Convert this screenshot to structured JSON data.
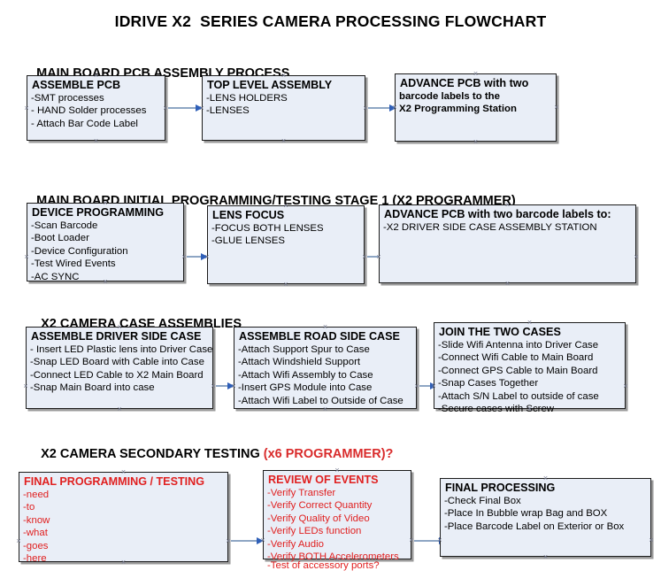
{
  "document": {
    "title": "IDRIVE X2  SERIES CAMERA PROCESSING FLOWCHART",
    "accent_color": "#d92b2b",
    "box_fill": "#e9eef7",
    "arrow_color": "#8ea6c4",
    "arrowhead_color": "#2f5fb8"
  },
  "sections": [
    {
      "id": "main-board-pcb-assembly",
      "heading": "MAIN BOARD PCB ASSEMBLY PROCESS",
      "heading_accent": "",
      "boxes": [
        {
          "id": "assemble-pcb",
          "title": "ASSEMBLE PCB",
          "lines": [
            "-SMT processes",
            "- HAND Solder processes",
            "- Attach Bar Code Label"
          ]
        },
        {
          "id": "top-level-assembly",
          "title": "TOP LEVEL ASSEMBLY",
          "lines": [
            "-LENS HOLDERS",
            "-LENSES"
          ]
        },
        {
          "id": "advance-pcb-programming-station",
          "title": "ADVANCE PCB with two",
          "lines": [
            "barcode labels to the",
            " X2 Programming Station"
          ]
        }
      ]
    },
    {
      "id": "main-board-initial-programming",
      "heading": "MAIN BOARD INITIAL PROGRAMMING/TESTING STAGE 1 (X2 PROGRAMMER)",
      "heading_accent": "",
      "boxes": [
        {
          "id": "device-programming",
          "title": "DEVICE PROGRAMMING",
          "lines": [
            "-Scan Barcode",
            "-Boot Loader",
            "-Device Configuration",
            "-Test Wired Events",
            "-AC SYNC"
          ]
        },
        {
          "id": "lens-focus",
          "title": "LENS FOCUS",
          "lines": [
            "-FOCUS BOTH LENSES",
            "-GLUE LENSES"
          ]
        },
        {
          "id": "advance-pcb-driver-side-case",
          "title": "ADVANCE PCB with two barcode labels to:",
          "lines": [
            "-X2 DRIVER  SIDE  CASE  ASSEMBLY STATION"
          ]
        }
      ]
    },
    {
      "id": "x2-camera-case-assemblies",
      "heading": "X2 CAMERA CASE ASSEMBLIES",
      "heading_accent": "",
      "boxes": [
        {
          "id": "assemble-driver-side-case",
          "title": "ASSEMBLE DRIVER SIDE CASE",
          "lines": [
            "- Insert LED Plastic lens into Driver Case",
            "-Snap LED Board with Cable into Case",
            "-Connect LED Cable to X2 Main Board",
            "-Snap Main Board into case"
          ]
        },
        {
          "id": "assemble-road-side-case",
          "title": "ASSEMBLE ROAD SIDE CASE",
          "lines": [
            "-Attach Support Spur to Case",
            "-Attach Windshield Support",
            "-Attach Wifi Assembly to Case",
            "-Insert GPS Module into Case",
            "-Attach Wifi Label to Outside of Case"
          ]
        },
        {
          "id": "join-the-two-cases",
          "title": "JOIN THE TWO CASES",
          "lines": [
            "-Slide Wifi Antenna into Driver Case",
            "-Connect Wifi Cable to Main Board",
            "-Connect GPS Cable to Main Board",
            "-Snap Cases Together",
            "-Attach S/N Label to outside of case",
            "-Secure cases with Screw"
          ]
        }
      ]
    },
    {
      "id": "x2-camera-secondary-testing",
      "heading": "X2 CAMERA SECONDARY TESTING ",
      "heading_accent": "(x6 PROGRAMMER)?",
      "boxes": [
        {
          "id": "final-programming-testing",
          "title": "FINAL PROGRAMMING / TESTING",
          "lines": [
            "-need",
            "-to",
            "-know",
            "-what",
            "-goes",
            "-here"
          ]
        },
        {
          "id": "review-of-events",
          "title": "REVIEW OF EVENTS",
          "lines": [
            "-Verify Transfer",
            "-Verify Correct Quantity",
            "-Verify Quality of Video",
            "-Verify LEDs function",
            "-Verify Audio",
            "-Verify BOTH Accelerometers"
          ],
          "overflow_line": "-Test of accessory ports?"
        },
        {
          "id": "final-processing",
          "title": "FINAL PROCESSING",
          "lines": [
            "-Check Final Box",
            "-Place In Bubble wrap Bag and BOX",
            "-Place Barcode Label on Exterior or Box"
          ]
        }
      ]
    }
  ]
}
